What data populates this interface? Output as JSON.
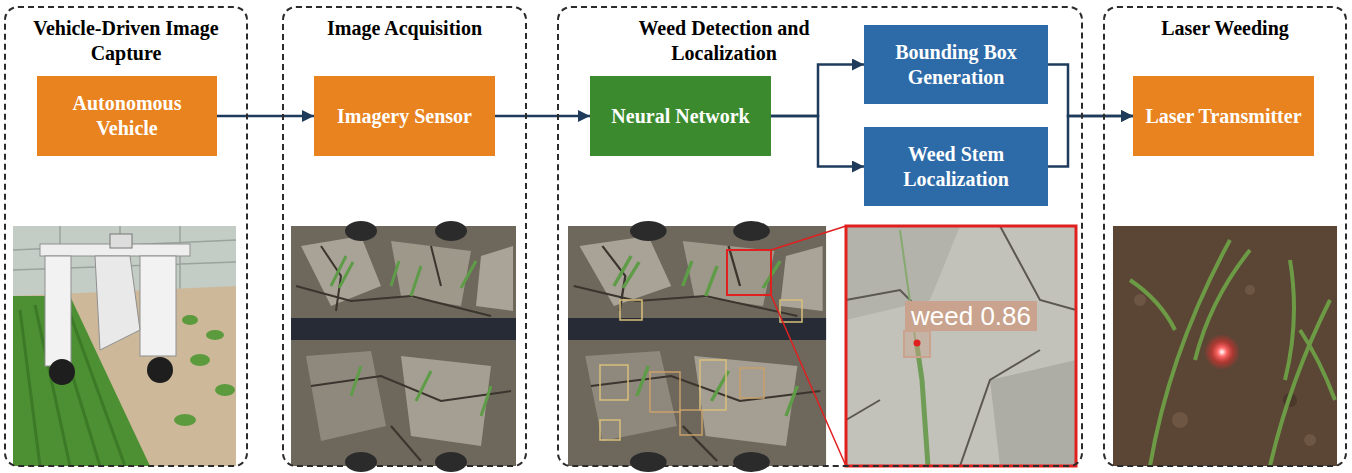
{
  "diagram": {
    "nodes": [
      {
        "text": [
          "Vehicle-Driven Image Capture"
        ]
      },
      {
        "text": [
          "Autonomous Vehicle"
        ],
        "in": 0
      },
      {
        "text": [
          "Image Acquisition"
        ]
      },
      {
        "text": [
          "Imagery Sensor"
        ],
        "in": 2
      },
      {
        "text": [
          "Weed Detection and Localization"
        ]
      },
      {
        "text": [
          "Neural Network"
        ],
        "in": 4
      },
      {
        "text": [
          "Bounding Box Generation"
        ],
        "in": 4
      },
      {
        "text": [
          "Weed Stem Localization"
        ],
        "in": 4
      },
      {
        "text": [
          "Laser Weeding"
        ]
      },
      {
        "text": [
          "Laser Transmitter"
        ],
        "in": 8
      }
    ],
    "edges": [
      {
        "from": 1,
        "to": 3,
        "arrow": "to"
      },
      {
        "from": 3,
        "to": 5,
        "arrow": "to"
      },
      {
        "from": 5,
        "to": 6,
        "arrow": "to"
      },
      {
        "from": 5,
        "to": 7,
        "arrow": "to"
      },
      {
        "from": 6,
        "to": 9,
        "arrow": "to"
      },
      {
        "from": 7,
        "to": 9,
        "arrow": "to"
      }
    ],
    "labels": [
      "weed 0.86"
    ]
  }
}
